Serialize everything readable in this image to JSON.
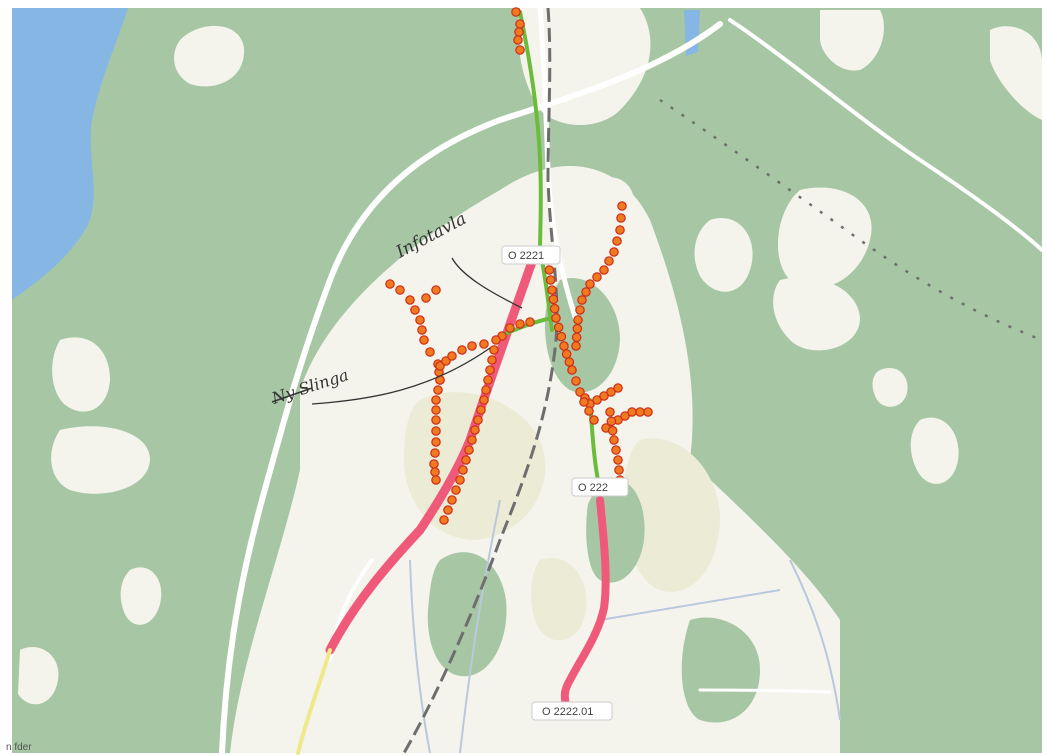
{
  "map": {
    "road_labels": {
      "north": "O 2221",
      "middle": "O 222",
      "south": "O 2222.01"
    },
    "annotations": {
      "upper": "Infotavla",
      "lower": "Ny Slinga"
    },
    "corner_text": "n fder",
    "colors": {
      "forest": "#a7c7a4",
      "open_land": "#f4f4ec",
      "field": "#ecebd6",
      "water": "#86b6e3",
      "road": "#ffffff",
      "minor_road": "#b9c8de",
      "railway": "#6e6e6e",
      "red_track": "#ef5a7a",
      "green_track": "#6cbc3c",
      "marker_fill": "#f07a1f",
      "marker_stroke": "#cc2d1a"
    },
    "icons": {
      "marker": "survey-point-icon"
    }
  }
}
